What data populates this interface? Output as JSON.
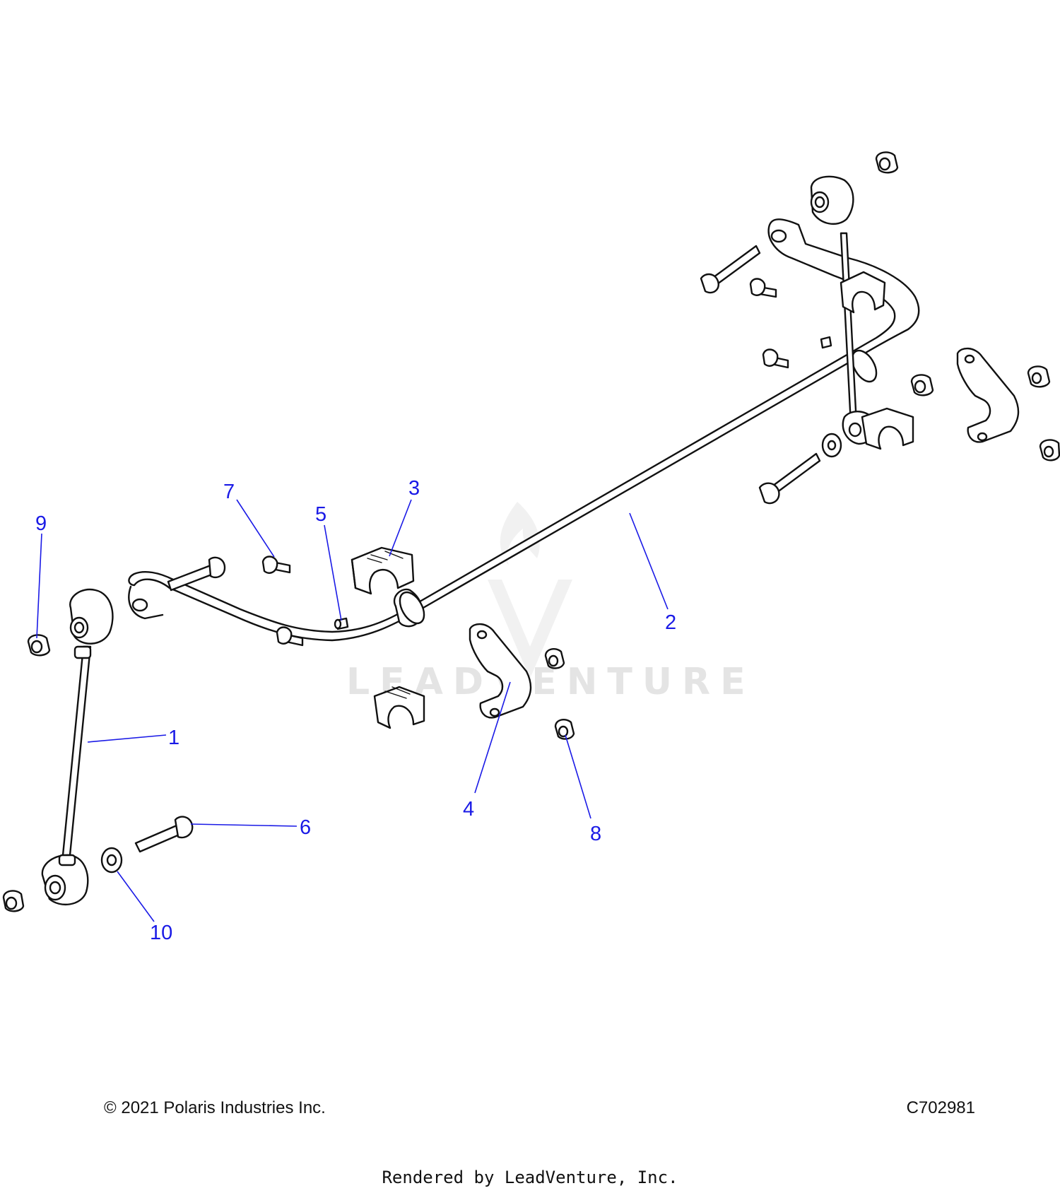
{
  "diagram": {
    "callouts": [
      {
        "id": "c1",
        "label": "1"
      },
      {
        "id": "c2",
        "label": "2"
      },
      {
        "id": "c3",
        "label": "3"
      },
      {
        "id": "c4",
        "label": "4"
      },
      {
        "id": "c5",
        "label": "5"
      },
      {
        "id": "c6",
        "label": "6"
      },
      {
        "id": "c7",
        "label": "7"
      },
      {
        "id": "c8",
        "label": "8"
      },
      {
        "id": "c9",
        "label": "9"
      },
      {
        "id": "c10",
        "label": "10"
      }
    ],
    "watermark": "LEADVENTURE",
    "colors": {
      "callout": "#1a1ae6",
      "line": "#111111",
      "watermark": "#e4e4e4"
    }
  },
  "footer": {
    "copyright": "© 2021 Polaris Industries Inc.",
    "code": "C702981",
    "rendered_by": "Rendered by LeadVenture, Inc."
  }
}
